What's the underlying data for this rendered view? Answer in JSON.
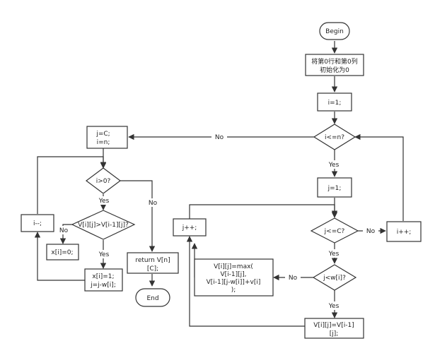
{
  "diagram": {
    "nodes": {
      "begin": "Begin",
      "init": [
        "将第0行和第0列",
        "初始化为0"
      ],
      "i_assign": "i=1;",
      "cond_i_le_n": "i<=n?",
      "j_assign": "j=1;",
      "cond_j_le_c": "j<=C?",
      "i_increment": "i++;",
      "cond_j_lt_w": "j<w[i]?",
      "assign_max": [
        "V[i][j]=max(",
        "V[i-1][j],",
        "V[i-1][j-w[i]]+v[i]",
        ");"
      ],
      "assign_prev": [
        "V[i][j]=V[i-1]",
        "[j];"
      ],
      "j_increment": "j++;",
      "j_c_i_n": [
        "j=C;",
        "i=n;"
      ],
      "cond_i_gt_0": "i>0?",
      "cond_compare": "V[i][j]>V[i-1][j]?",
      "x_zero": "x[i]=0;",
      "x_one": [
        "x[i]=1;",
        "j=j-w[i];"
      ],
      "i_decrement": "i--;",
      "return": [
        "return V[n]",
        "[C];"
      ],
      "end": "End"
    },
    "edge_labels": {
      "yes": "Yes",
      "no": "No"
    }
  }
}
